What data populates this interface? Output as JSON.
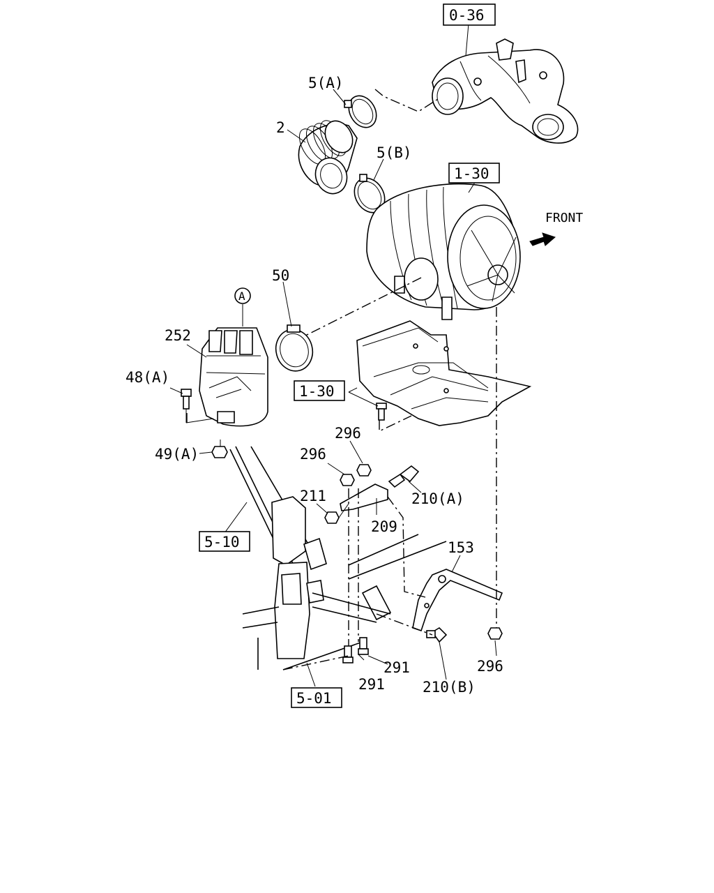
{
  "labels": {
    "ref_0_36": "0-36",
    "p5a": "5(A)",
    "p2": "2",
    "p5b": "5(B)",
    "ref_1_30_top": "1-30",
    "front": "FRONT",
    "p50": "50",
    "circle_a": "A",
    "p252": "252",
    "p48a": "48(A)",
    "ref_1_30_mid": "1-30",
    "p49a": "49(A)",
    "p296_a": "296",
    "p296_b": "296",
    "p211": "211",
    "p210a": "210(A)",
    "p209": "209",
    "ref_5_10": "5-10",
    "p153": "153",
    "p291_a": "291",
    "p291_b": "291",
    "p210b": "210(B)",
    "p296_c": "296",
    "ref_5_01": "5-01"
  }
}
